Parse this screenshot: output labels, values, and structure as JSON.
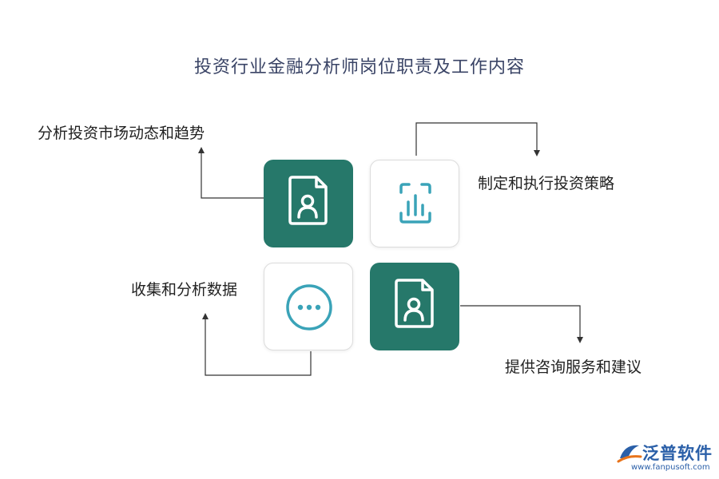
{
  "title": "投资行业金融分析师岗位职责及工作内容",
  "items": [
    {
      "label": "分析投资市场动态和趋势",
      "icon": "profile-document-icon"
    },
    {
      "label": "制定和执行投资策略",
      "icon": "bar-chart-icon"
    },
    {
      "label": "收集和分析数据",
      "icon": "more-dots-icon"
    },
    {
      "label": "提供咨询服务和建议",
      "icon": "profile-document-icon"
    }
  ],
  "colors": {
    "dark_tile": "#26786a",
    "icon_light": "#3aa3b8",
    "title": "#3a4466",
    "logo": "#2a5fa8"
  },
  "logo": {
    "name": "泛普软件",
    "url": "www.fanpusoft.com"
  }
}
